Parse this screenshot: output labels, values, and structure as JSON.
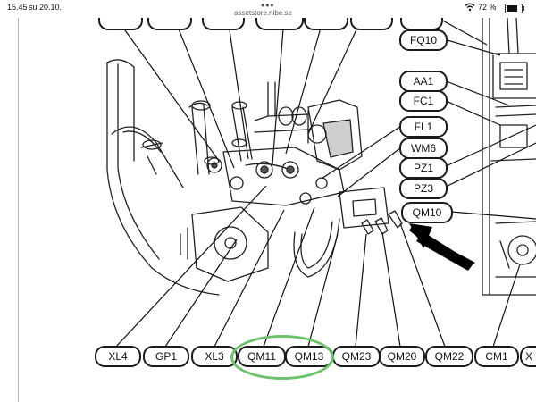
{
  "status_bar": {
    "time": "15.45",
    "date": "su 20.10.",
    "url": "assetstore.nibe.se",
    "battery_text": "72 %",
    "battery_level": 0.72,
    "wifi_icon": "wifi-icon"
  },
  "diagram": {
    "labels": {
      "fq10": "FQ10",
      "aa1": "AA1",
      "fc1": "FC1",
      "fl1": "FL1",
      "wm6": "WM6",
      "pz1": "PZ1",
      "pz3": "PZ3",
      "qm10": "QM10",
      "xl4": "XL4",
      "gp1": "GP1",
      "xl3": "XL3",
      "qm11": "QM11",
      "qm13": "QM13",
      "qm23": "QM23",
      "qm20": "QM20",
      "qm22": "QM22",
      "cm1": "CM1",
      "x_cut": "X"
    },
    "highlight_color": "#6ec26e",
    "arrow_color": "#000000"
  }
}
